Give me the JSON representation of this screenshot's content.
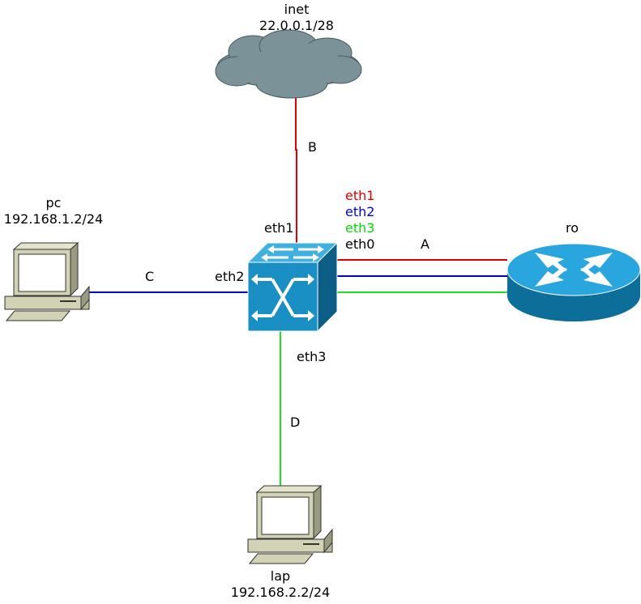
{
  "nodes": {
    "inet": {
      "name": "inet",
      "address": "22.0.0.1/28"
    },
    "pc": {
      "name": "pc",
      "address": "192.168.1.2/24"
    },
    "lap": {
      "name": "lap",
      "address": "192.168.2.2/24"
    },
    "router": {
      "name": "ro"
    }
  },
  "switch_ports": {
    "eth1": "eth1",
    "eth2": "eth2",
    "eth3": "eth3",
    "eth0": "eth0"
  },
  "links": {
    "A": "A",
    "B": "B",
    "C": "C",
    "D": "D"
  },
  "legend": [
    {
      "label": "eth1",
      "color": "#e00000"
    },
    {
      "label": "eth2",
      "color": "#0000e0"
    },
    {
      "label": "eth3",
      "color": "#00e000"
    }
  ],
  "colors": {
    "red": "#e00000",
    "blue": "#0000c8",
    "green": "#22dd22",
    "cloud": "#7b9298",
    "switch": "#1a8fc4",
    "router": "#1e8dc0"
  }
}
